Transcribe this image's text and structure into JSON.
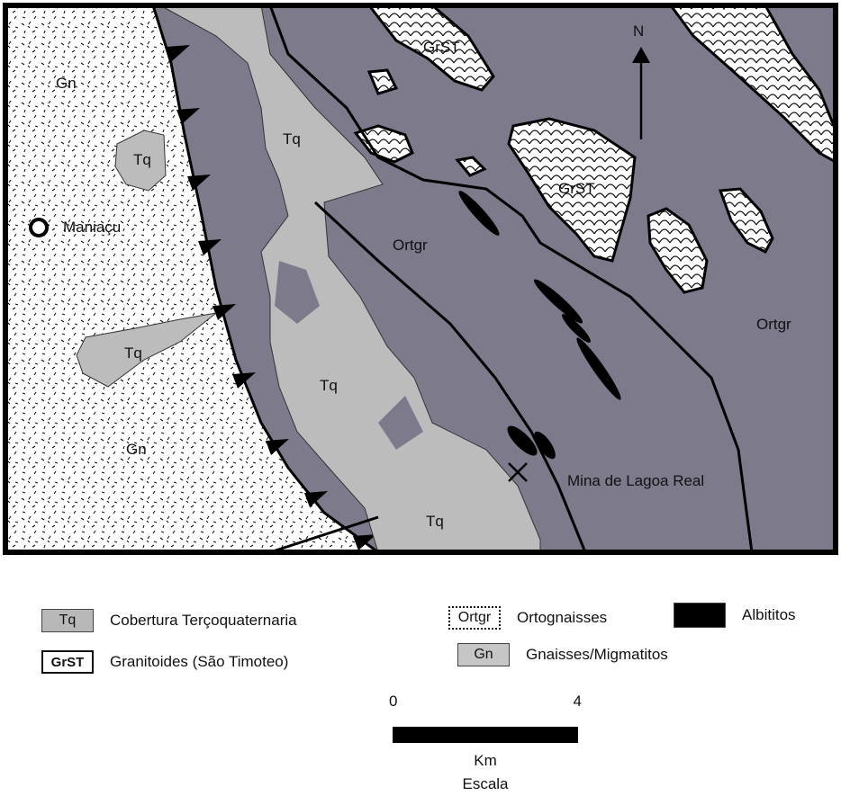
{
  "map": {
    "north_label": "N",
    "labels": {
      "gn_top": "Gn",
      "gn_bottom": "Gn",
      "tq_a": "Tq",
      "tq_b": "Tq",
      "tq_c": "Tq",
      "tq_d": "Tq",
      "tq_e": "Tq",
      "grst_a": "GrST",
      "grst_b": "GrST",
      "ortgr_a": "Ortgr",
      "ortgr_b": "Ortgr",
      "town": "Maniaçu",
      "mine": "Mina de Lagoa Real"
    },
    "colors": {
      "ortgr": "#7d7a8c",
      "tq": "#bcbcbc",
      "gn": "#ffffff",
      "albitito": "#000000"
    }
  },
  "legend": {
    "tq": {
      "code": "Tq",
      "label": "Cobertura Terçoquaternaria"
    },
    "grst": {
      "code": "GrST",
      "label": "Granitoides (São Timoteo)"
    },
    "ortgr": {
      "code": "Ortgr",
      "label": "Ortognaisses"
    },
    "albit": {
      "label": "Albititos"
    },
    "gn": {
      "code": "Gn",
      "label": "Gnaisses/Migmatitos"
    }
  },
  "scale": {
    "start": "0",
    "end": "4",
    "unit": "Km",
    "title": "Escala"
  }
}
